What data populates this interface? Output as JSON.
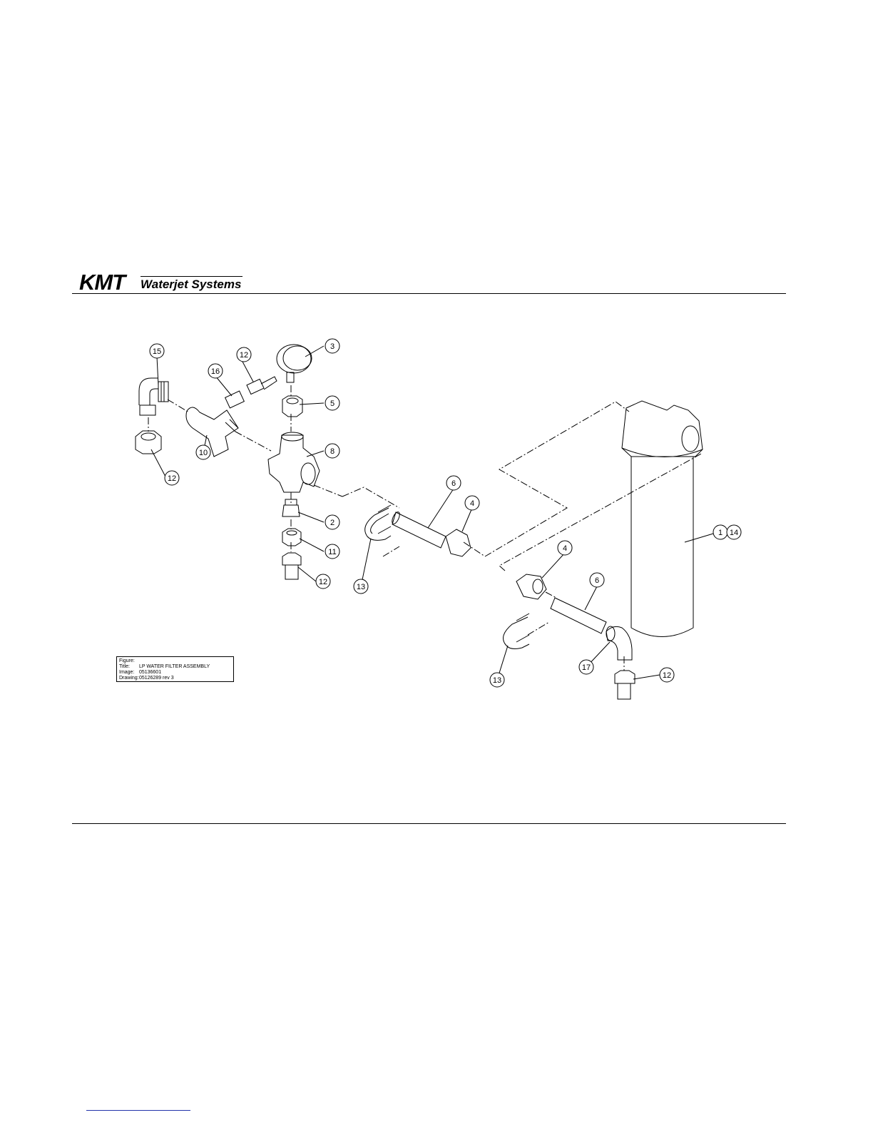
{
  "header": {
    "logo_mark": "KMT",
    "logo_text": "Waterjet Systems"
  },
  "figure_box": {
    "heading": "Figure:",
    "title_label": "Title:",
    "title_value": "LP WATER FILTER ASSEMBLY",
    "image_label": "Image:",
    "image_value": "05136601",
    "drawing_label": "Drawing:",
    "drawing_value": "05126289 rev 3"
  },
  "callouts": [
    "15",
    "16",
    "12",
    "3",
    "5",
    "8",
    "10",
    "12",
    "2",
    "11",
    "12",
    "13",
    "6",
    "4",
    "1",
    "14",
    "4",
    "6",
    "13",
    "17",
    "12"
  ],
  "colors": {
    "ink": "#000000",
    "link_rule": "#2233aa"
  }
}
